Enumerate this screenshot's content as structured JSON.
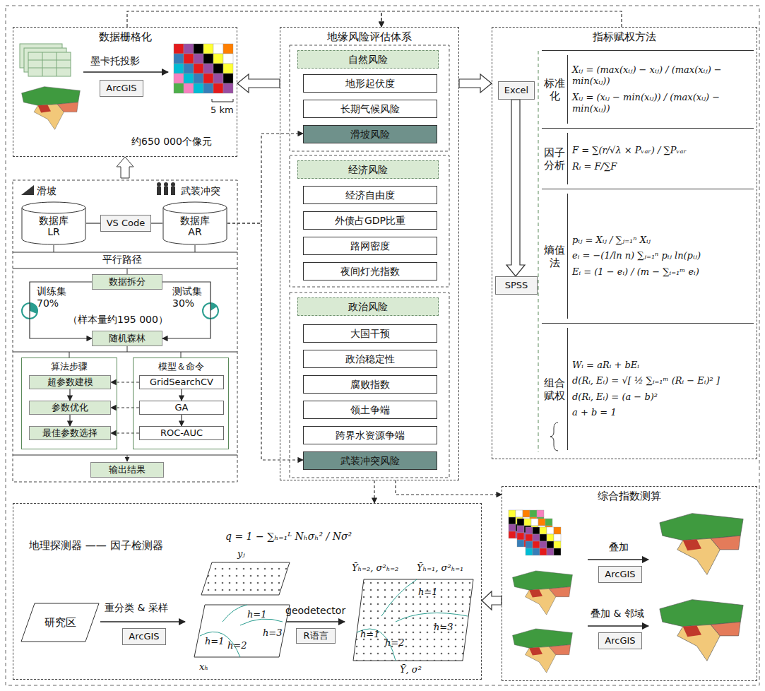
{
  "diagram": {
    "nodes": [
      {
        "text": [
          "数据栅格化"
        ]
      },
      {
        "text": [
          "ArcGIS"
        ],
        "in": 0
      },
      {
        "text": [
          "地缘风险评估体系"
        ]
      },
      {
        "text": [
          "自然风险"
        ],
        "in": 2
      },
      {
        "text": [
          "地形起伏度"
        ],
        "in": 2
      },
      {
        "text": [
          "长期气候风险"
        ],
        "in": 2
      },
      {
        "text": [
          "滑坡风险"
        ],
        "in": 2
      },
      {
        "text": [
          "经济风险"
        ],
        "in": 2
      },
      {
        "text": [
          "经济自由度"
        ],
        "in": 2
      },
      {
        "text": [
          "外债占GDP比重"
        ],
        "in": 2
      },
      {
        "text": [
          "路网密度"
        ],
        "in": 2
      },
      {
        "text": [
          "夜间灯光指数"
        ],
        "in": 2
      },
      {
        "text": [
          "政治风险"
        ],
        "in": 2
      },
      {
        "text": [
          "大国干预"
        ],
        "in": 2
      },
      {
        "text": [
          "政治稳定性"
        ],
        "in": 2
      },
      {
        "text": [
          "腐败指数"
        ],
        "in": 2
      },
      {
        "text": [
          "领土争端"
        ],
        "in": 2
      },
      {
        "text": [
          "跨界水资源争端"
        ],
        "in": 2
      },
      {
        "text": [
          "武装冲突风险"
        ],
        "in": 2
      },
      {
        "text": [
          "指标赋权方法"
        ]
      },
      {
        "text": [
          "Excel"
        ],
        "in": 19
      },
      {
        "text": [
          "SPSS"
        ],
        "in": 19
      },
      {
        "text": [
          "标准化",
          "Xᵢⱼ = (max(xᵢⱼ) − xᵢⱼ) / (max(xᵢⱼ) − min(xᵢⱼ))",
          "Xᵢⱼ = (xᵢⱼ − min(xᵢⱼ)) / (max(xᵢⱼ) − min(xᵢⱼ))"
        ],
        "in": 19
      },
      {
        "text": [
          "因子分析",
          "F = ∑(r/√λ × Pᵥₐᵣ) / ∑Pᵥₐᵣ",
          "Rᵢ = F/∑F"
        ],
        "in": 19
      },
      {
        "text": [
          "熵值法",
          "pᵢⱼ = Xᵢⱼ / ∑ⱼ₌₁ⁿ Xᵢⱼ",
          "eᵢ = −(1/ln n) ∑ⱼ₌₁ⁿ pᵢⱼ ln(pᵢⱼ)",
          "Eᵢ = (1 − eᵢ) / (m − ∑ᵢ₌₁ᵐ eᵢ)"
        ],
        "in": 19
      },
      {
        "text": [
          "组合赋权",
          "Wᵢ = aRᵢ + bEᵢ",
          "d(Rᵢ, Eᵢ) = √[ ½ ∑ᵢ₌₁ᵐ (Rᵢ − Eᵢ)² ]",
          "d(Rᵢ, Eᵢ) = (a − b)²",
          "a + b = 1"
        ],
        "in": 19
      },
      {
        "text": [
          "数据库 LR"
        ]
      },
      {
        "text": [
          "VS Code"
        ]
      },
      {
        "text": [
          "数据库 AR"
        ]
      },
      {
        "text": [
          "数据拆分"
        ]
      },
      {
        "text": [
          "随机森林"
        ]
      },
      {
        "text": [
          "算法步骤"
        ]
      },
      {
        "text": [
          "超参数建模"
        ],
        "in": 31
      },
      {
        "text": [
          "参数优化"
        ],
        "in": 31
      },
      {
        "text": [
          "最佳参数选择"
        ],
        "in": 31
      },
      {
        "text": [
          "模型＆命令"
        ]
      },
      {
        "text": [
          "GridSearchCV"
        ],
        "in": 35
      },
      {
        "text": [
          "GA"
        ],
        "in": 35
      },
      {
        "text": [
          "ROC-AUC"
        ],
        "in": 35
      },
      {
        "text": [
          "输出结果"
        ]
      },
      {
        "text": [
          "地理探测器 —— 因子检测器",
          "q = 1 − ∑ₕ₌₁ᴸ Nₕσₕ² / Nσ²"
        ]
      },
      {
        "text": [
          "研究区"
        ],
        "in": 40
      },
      {
        "text": [
          "ArcGIS"
        ],
        "in": 40
      },
      {
        "text": [
          "R语言"
        ],
        "in": 40
      },
      {
        "text": [
          "综合指数测算"
        ]
      },
      {
        "text": [
          "ArcGIS"
        ],
        "in": 44
      },
      {
        "text": [
          "ArcGIS"
        ],
        "in": 44
      }
    ],
    "edges": [
      {
        "from": 2,
        "to": 0,
        "arrow": "to"
      },
      {
        "from": 2,
        "to": 19,
        "arrow": "to"
      },
      {
        "from": 0,
        "to": 2,
        "arrow": "to"
      },
      {
        "from": 19,
        "to": 2,
        "arrow": "to"
      },
      {
        "from": 28,
        "to": 6,
        "arrow": "to"
      },
      {
        "from": 28,
        "to": 18,
        "arrow": "to"
      },
      {
        "from": 26,
        "to": 27,
        "arrow": "none"
      },
      {
        "from": 27,
        "to": 28,
        "arrow": "none"
      },
      {
        "from": 29,
        "to": 30,
        "arrow": "to"
      },
      {
        "from": 29,
        "to": 30,
        "arrow": "to"
      },
      {
        "from": 32,
        "to": 33,
        "arrow": "to"
      },
      {
        "from": 33,
        "to": 34,
        "arrow": "to"
      },
      {
        "from": 36,
        "to": 37,
        "arrow": "to"
      },
      {
        "from": 37,
        "to": 38,
        "arrow": "to"
      },
      {
        "from": 36,
        "to": 32,
        "arrow": "to"
      },
      {
        "from": 37,
        "to": 33,
        "arrow": "to"
      },
      {
        "from": 38,
        "to": 34,
        "arrow": "to"
      },
      {
        "from": 20,
        "to": 21,
        "arrow": "to"
      },
      {
        "from": 2,
        "to": 40,
        "arrow": "to"
      },
      {
        "from": 2,
        "to": 44,
        "arrow": "to"
      },
      {
        "from": 44,
        "to": 40,
        "arrow": "to"
      }
    ],
    "labels": [
      "墨卡托投影",
      "5 km",
      "约650 000个像元",
      "滑坡",
      "武装冲突",
      "平行路径",
      "训练集 70%",
      "测试集 30%",
      "（样本量约195 000）",
      "重分类 & 采样",
      "yⱼ",
      "h=1",
      "h=1",
      "h=2",
      "h=3",
      "xₕ",
      "geodetector",
      "Ȳₕ₌₂, σ²ₕ₌₂",
      "Ȳₕ₌₁, σ²ₕ₌₁",
      "h=1",
      "h=1",
      "h=2",
      "h=3",
      "Ȳ, σ²",
      "叠加",
      "叠加 & 邻域"
    ]
  }
}
